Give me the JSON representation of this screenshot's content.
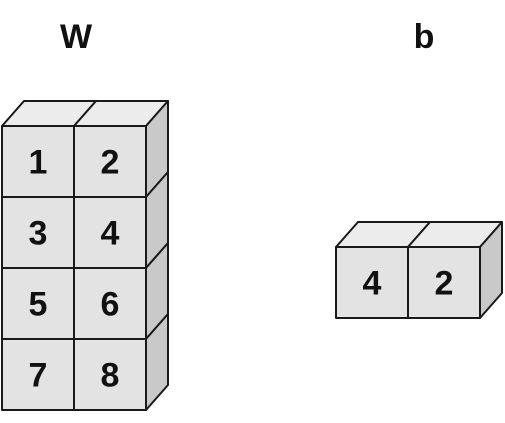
{
  "tensors": [
    {
      "name": "W",
      "rows": 4,
      "cols": 2,
      "values": [
        "1",
        "2",
        "3",
        "4",
        "5",
        "6",
        "7",
        "8"
      ]
    },
    {
      "name": "b",
      "rows": 1,
      "cols": 2,
      "values": [
        "4",
        "2"
      ]
    }
  ]
}
